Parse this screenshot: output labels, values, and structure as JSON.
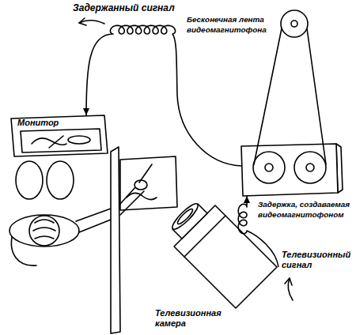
{
  "diagram": {
    "nodes": [
      {
        "text": [
          "Монитор"
        ]
      },
      {
        "text": [
          "Бесконечная лента видеомагнитофона"
        ]
      },
      {
        "text": [
          "Телевизионная камера"
        ]
      }
    ],
    "edges": [
      {
        "from": 2,
        "to": 1,
        "label": "Телевизионный сигнал",
        "arrow": "to"
      },
      {
        "from": 1,
        "to": 0,
        "label": "Задержанный сигнал",
        "arrow": "to"
      }
    ],
    "labels": [
      "Задержка, создаваемая видеомагнитофоном"
    ]
  }
}
